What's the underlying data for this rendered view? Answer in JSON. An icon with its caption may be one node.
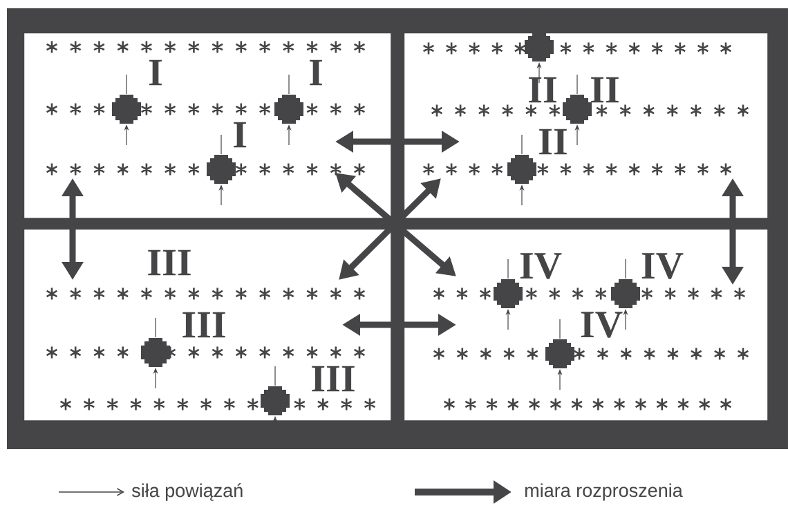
{
  "diagram": {
    "nodes": [
      {
        "text": [],
        "shape": "box"
      },
      {
        "text": [],
        "shape": "box"
      },
      {
        "text": [],
        "shape": "box"
      },
      {
        "text": [],
        "shape": "box"
      }
    ],
    "edges": [
      {
        "from": 0,
        "to": 1,
        "arrow": "both"
      },
      {
        "from": 2,
        "to": 3,
        "arrow": "both"
      },
      {
        "from": 0,
        "to": 2,
        "arrow": "both"
      },
      {
        "from": 1,
        "to": 3,
        "arrow": "both"
      },
      {
        "from": 0,
        "to": 3,
        "arrow": "both"
      },
      {
        "from": 1,
        "to": 2,
        "arrow": "both"
      }
    ],
    "labels": [
      "I",
      "I",
      "II",
      "II",
      "I",
      "II",
      "III",
      "IV",
      "IV",
      "III",
      "IV",
      "III"
    ],
    "legend": [
      {
        "text": "siła powiązań"
      },
      {
        "text": "miara rozproszenia"
      }
    ]
  }
}
